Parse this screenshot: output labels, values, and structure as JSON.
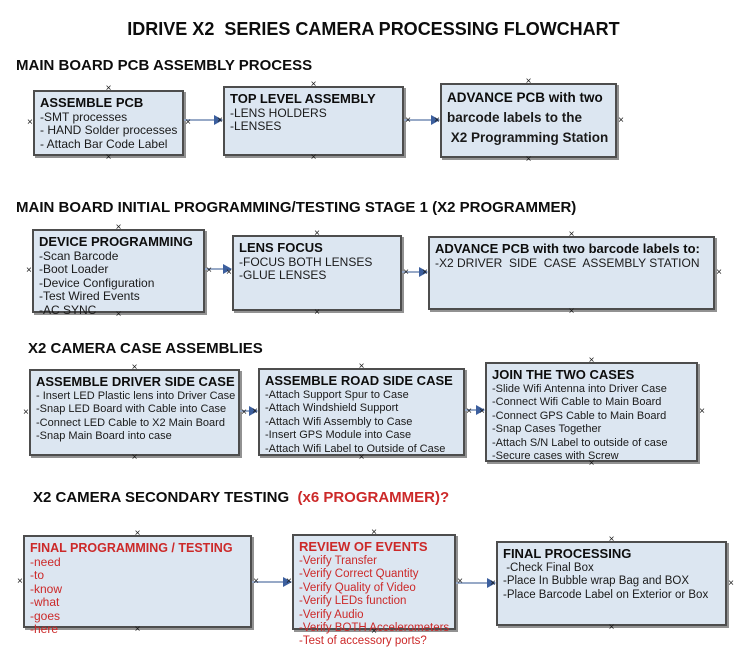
{
  "title": "IDRIVE X2  SERIES CAMERA PROCESSING FLOWCHART",
  "colors": {
    "accent_red": "#cc2929",
    "box_fill": "#dce6f1",
    "box_border": "#4d4d4d",
    "arrow_line": "#97a9c7",
    "arrow_head": "#3c5f9e"
  },
  "icons": {
    "handle": "×"
  },
  "sections": [
    {
      "heading": "MAIN BOARD PCB ASSEMBLY PROCESS",
      "boxes": [
        {
          "title": "ASSEMBLE PCB",
          "items": [
            "-SMT processes",
            "- HAND Solder processes",
            "- Attach Bar Code Label"
          ]
        },
        {
          "title": "TOP LEVEL ASSEMBLY",
          "items": [
            "-LENS HOLDERS",
            "-LENSES"
          ]
        },
        {
          "title": "ADVANCE PCB with two",
          "items": [
            "barcode labels to the",
            " X2 Programming Station"
          ]
        }
      ]
    },
    {
      "heading": "MAIN BOARD INITIAL PROGRAMMING/TESTING STAGE 1 (X2 PROGRAMMER)",
      "boxes": [
        {
          "title": "DEVICE PROGRAMMING",
          "items": [
            "-Scan Barcode",
            "-Boot Loader",
            "-Device Configuration",
            "-Test Wired Events",
            "-AC SYNC"
          ]
        },
        {
          "title": "LENS FOCUS",
          "items": [
            "-FOCUS BOTH LENSES",
            "-GLUE LENSES"
          ]
        },
        {
          "title": "ADVANCE PCB with two barcode labels to:",
          "items": [
            "-X2 DRIVER  SIDE  CASE  ASSEMBLY STATION"
          ]
        }
      ]
    },
    {
      "heading": "X2 CAMERA CASE ASSEMBLIES",
      "boxes": [
        {
          "title": "ASSEMBLE DRIVER SIDE CASE",
          "items": [
            "- Insert LED Plastic lens into Driver Case",
            "-Snap LED Board with Cable into Case",
            "-Connect LED Cable to X2 Main Board",
            "-Snap Main Board into case"
          ]
        },
        {
          "title": "ASSEMBLE ROAD SIDE CASE",
          "items": [
            "-Attach Support Spur to Case",
            "-Attach Windshield Support",
            "-Attach Wifi Assembly to Case",
            "-Insert GPS Module into Case",
            "-Attach Wifi Label to Outside of Case"
          ]
        },
        {
          "title": "JOIN THE TWO CASES",
          "items": [
            "-Slide Wifi Antenna into Driver Case",
            "-Connect Wifi Cable to Main Board",
            "-Connect GPS Cable to Main Board",
            "-Snap Cases Together",
            "-Attach S/N Label to outside of case",
            "-Secure cases with Screw"
          ]
        }
      ]
    },
    {
      "heading": "X2 CAMERA SECONDARY TESTING  ",
      "heading_red": "(x6 PROGRAMMER)?",
      "boxes": [
        {
          "title": "FINAL PROGRAMMING / TESTING",
          "items": [
            "-need",
            "-to",
            "-know",
            "-what",
            "-goes",
            "-here"
          ]
        },
        {
          "title": "REVIEW OF EVENTS",
          "items": [
            "-Verify Transfer",
            "-Verify Correct Quantity",
            "-Verify Quality of Video",
            "-Verify LEDs function",
            "-Verify Audio",
            "-Verify BOTH Accelerometers",
            "-Test of accessory ports?"
          ]
        },
        {
          "title": "FINAL PROCESSING",
          "items": [
            " -Check Final Box",
            "-Place In Bubble wrap Bag and BOX",
            "-Place Barcode Label on Exterior or Box"
          ]
        }
      ]
    }
  ]
}
